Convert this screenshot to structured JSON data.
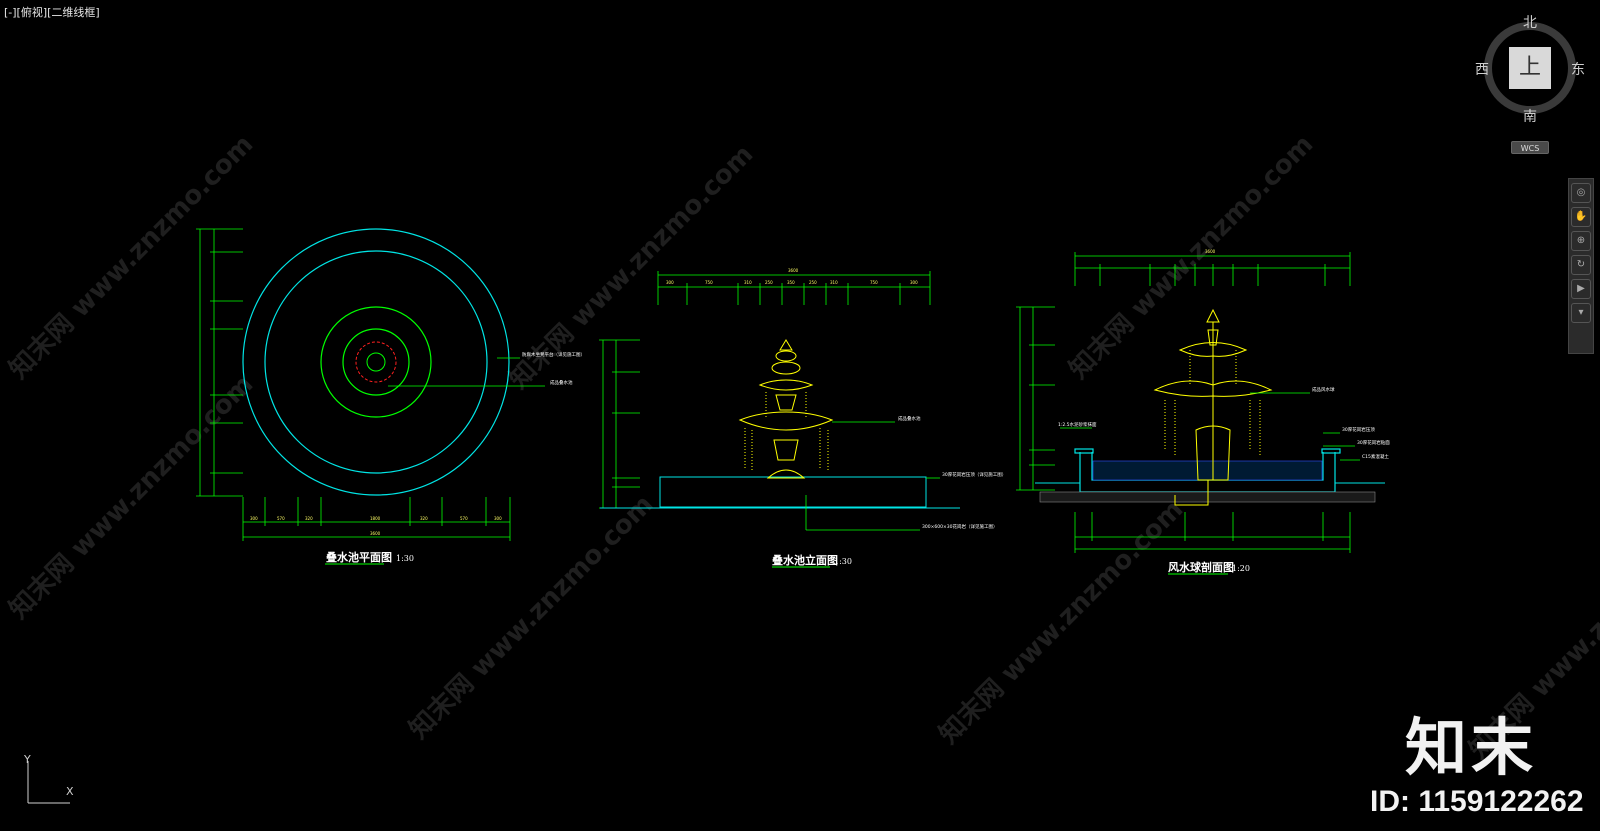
{
  "viewport": {
    "label": "[-][俯视][二维线框]"
  },
  "viewcube": {
    "north": "北",
    "south": "南",
    "east": "东",
    "west": "西",
    "top_face": "上",
    "wcs_label": "WCS"
  },
  "ucs": {
    "x": "X",
    "y": "Y"
  },
  "watermark": {
    "text": "知末网 www.znzmo.com",
    "brand": "知末",
    "id_text": "ID: 1159122262"
  },
  "drawings": {
    "plan": {
      "title": "叠水池平面图",
      "scale": "1:30"
    },
    "elevation": {
      "title": "叠水池立面图",
      "scale": "1:30"
    },
    "section": {
      "title": "风水球剖面图",
      "scale": "1:20"
    }
  },
  "colors": {
    "background": "#000000",
    "cyan": "#00e5e5",
    "green": "#00ff00",
    "yellow": "#ffff00",
    "red": "#ff2020"
  }
}
